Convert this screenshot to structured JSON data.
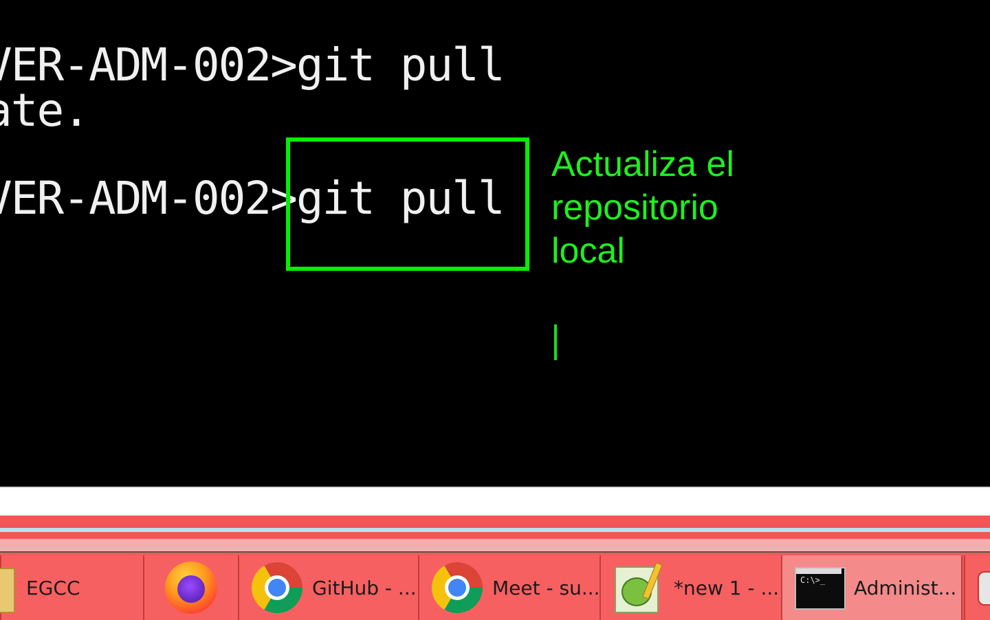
{
  "terminal": {
    "lines": [
      "VER-ADM-002>git pull",
      "ate.",
      "VER-ADM-002>git pull"
    ]
  },
  "annotation": {
    "text_lines": [
      "Actualiza el",
      "repositorio",
      "local"
    ],
    "color": "#1ef01e"
  },
  "highlight": {
    "color": "#00f000"
  },
  "taskbar": {
    "items": [
      {
        "label": "EGCC",
        "icon": "folder-icon",
        "active": false
      },
      {
        "label": "",
        "icon": "firefox-icon",
        "active": false
      },
      {
        "label": "GitHub - ...",
        "icon": "chrome-icon",
        "active": false
      },
      {
        "label": "Meet - su...",
        "icon": "chrome-icon",
        "active": false
      },
      {
        "label": "*new 1 - ...",
        "icon": "notepad-plus-plus-icon",
        "active": false
      },
      {
        "label": "Administ...",
        "icon": "command-prompt-icon",
        "active": true
      },
      {
        "label": "",
        "icon": "app-icon",
        "active": false
      }
    ],
    "colors": {
      "background": "#f25a5a",
      "active": "#f48a8a"
    }
  }
}
